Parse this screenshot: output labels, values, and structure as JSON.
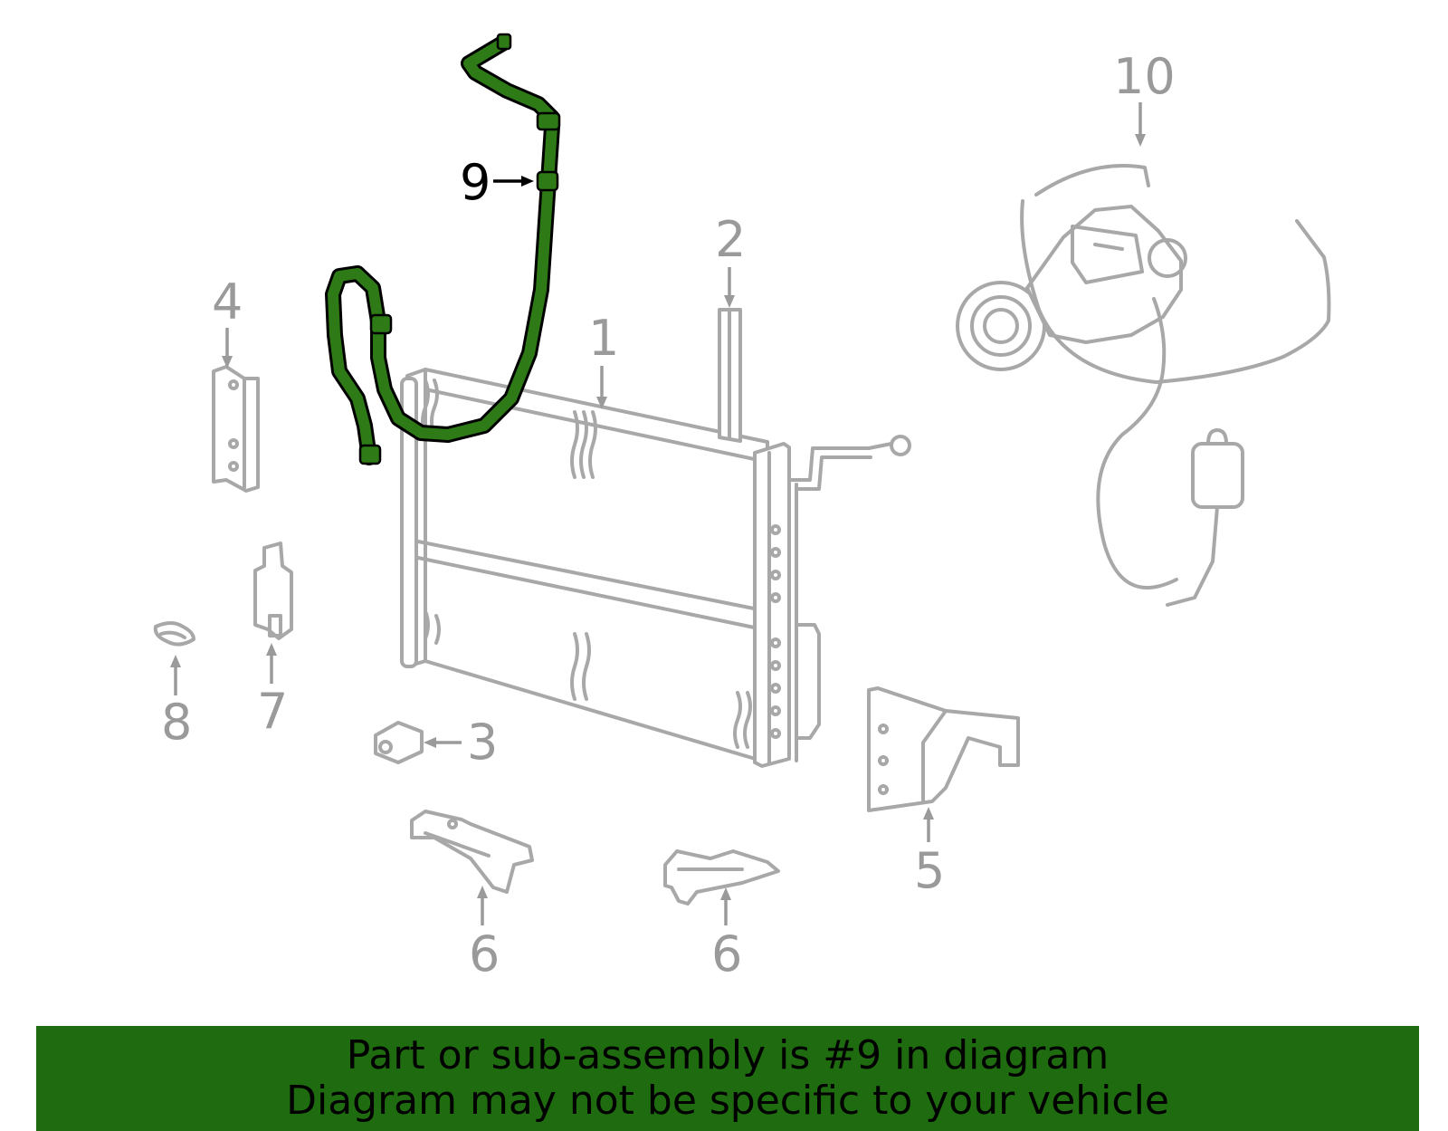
{
  "callouts": {
    "c1": "1",
    "c2": "2",
    "c3": "3",
    "c4": "4",
    "c5": "5",
    "c6a": "6",
    "c6b": "6",
    "c7": "7",
    "c8": "8",
    "c9": "9",
    "c10": "10"
  },
  "highlight": {
    "part_number": "9",
    "color": "#2d7a16"
  },
  "banner": {
    "line1": "Part or sub-assembly is #9 in diagram",
    "line2": "Diagram may not be specific to your vehicle",
    "background": "#1f6b0f"
  }
}
